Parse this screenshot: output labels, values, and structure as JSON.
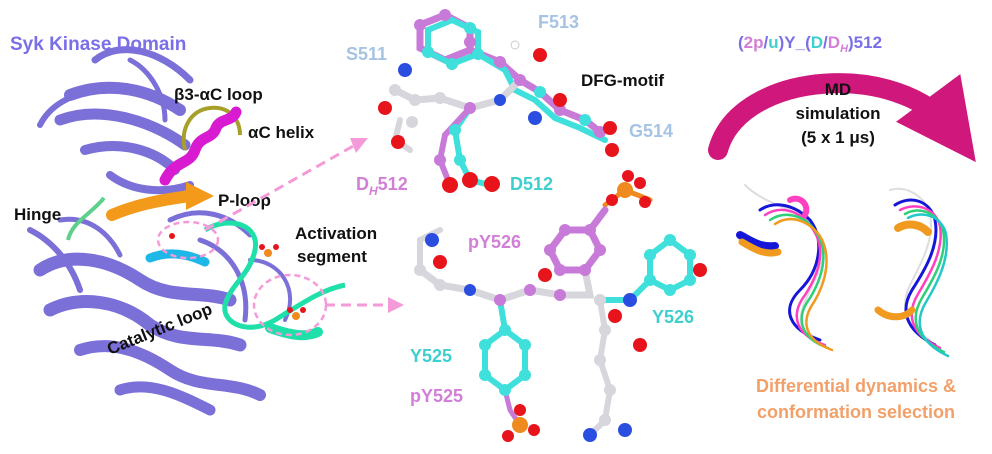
{
  "colors": {
    "protein": "#7b6fd8",
    "loop_b3_ac": "#a6a02a",
    "ac_helix": "#d81ad0",
    "p_loop": "#f39a1b",
    "hinge": "#5fd08c",
    "catalytic_loop": "#1db8e8",
    "activation_segment": "#1ee0a8",
    "carbon_cyan": "#3fe0dc",
    "carbon_pink": "#c87ad8",
    "carbon_white": "#d6d6dc",
    "oxygen": "#e8141c",
    "nitrogen": "#2a4ee0",
    "phosphorus": "#ee8a1e",
    "dashed_arrow": "#f59ad8",
    "md_arrow": "#d0187c",
    "label_cyan": "#3fcfcf",
    "label_pink": "#d27fd7",
    "label_lightblue": "#a6c3e4",
    "label_purple": "#7b6fe8",
    "label_orange": "#f2a06a",
    "trace_blue": "#1616d8",
    "trace_magenta": "#ff40c0",
    "trace_green": "#30d07a",
    "trace_orange": "#f09a20",
    "trace_teal": "#22c8c8"
  },
  "left_panel": {
    "title": "Syk Kinase Domain",
    "labels": {
      "b3_ac_loop": "β3-αC loop",
      "ac_helix": "αC helix",
      "hinge": "Hinge",
      "p_loop": "P-loop",
      "activation_1": "Activation",
      "activation_2": "segment",
      "catalytic_loop": "Catalytic loop"
    }
  },
  "middle_panel": {
    "dfg_residues": {
      "s511": "S511",
      "f513": "F513",
      "g514": "G514",
      "dfg_motif": "DFG-motif",
      "dh512_main": "D",
      "dh512_sub": "H",
      "dh512_num": "512",
      "d512": "D512"
    },
    "tyr_residues": {
      "py526": "pY526",
      "y526": "Y526",
      "y525": "Y525",
      "py525": "pY525"
    }
  },
  "right_panel": {
    "variant_label": {
      "open": "(",
      "p": "2p",
      "slash1": "/",
      "u": "u",
      "mid": ")Y_(",
      "d": "D",
      "slash2": "/",
      "dh": "D",
      "dh_sub": "H",
      "close": ")512"
    },
    "md_line1": "MD",
    "md_line2": "simulation",
    "md_line3": "(5 x 1 μs)",
    "caption_line1": "Differential dynamics &",
    "caption_line2": "conformation selection"
  }
}
